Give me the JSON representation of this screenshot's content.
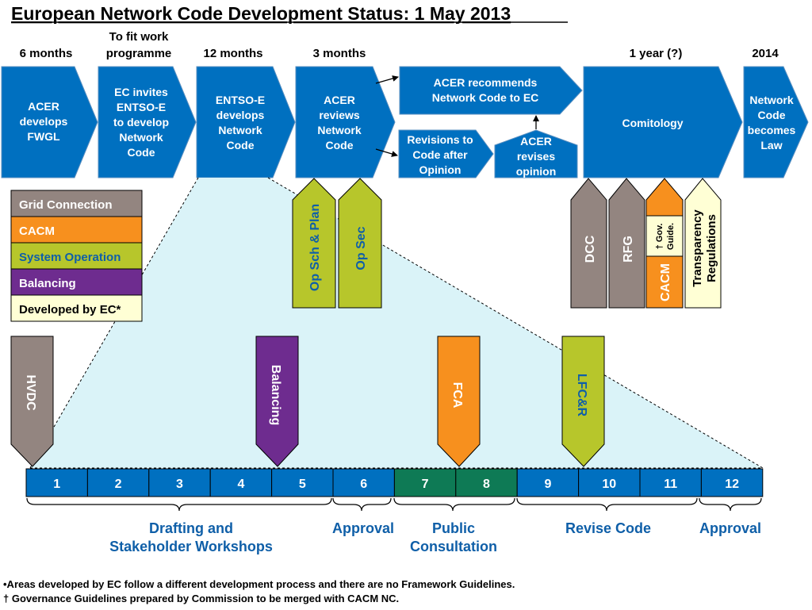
{
  "title": "European Network Code Development Status: 1 May 2013",
  "colors": {
    "blue": "#0070C0",
    "grid_connection": "#938580",
    "cacm": "#F7901E",
    "system_operation": "#B7C62B",
    "balancing": "#6E2C8F",
    "developed_by_ec": "#FFFFD5",
    "consultation_green": "#0E7A55",
    "triangle_fill": "#DAF3F8",
    "system_operation_text": "#0F5FA8"
  },
  "durations": {
    "d1": "6 months",
    "d2_line1": "To fit work",
    "d2_line2": "programme",
    "d3": "12 months",
    "d4": "3 months",
    "d5": "1 year (?)",
    "d6": "2014"
  },
  "process": {
    "step1": [
      "ACER",
      "develops",
      "FWGL"
    ],
    "step2": [
      "EC invites",
      "ENTSO-E",
      "to develop",
      "Network",
      "Code"
    ],
    "step3": [
      "ENTSO-E",
      "develops",
      "Network",
      "Code"
    ],
    "step4": [
      "ACER",
      "reviews",
      "Network",
      "Code"
    ],
    "recommend": [
      "ACER recommends",
      "Network Code to EC"
    ],
    "revisions": [
      "Revisions to",
      "Code after",
      "Opinion"
    ],
    "acer_revises": [
      "ACER",
      "revises",
      "opinion"
    ],
    "comitology": "Comitology",
    "final": [
      "Network",
      "Code",
      "becomes",
      "Law"
    ]
  },
  "legend": [
    {
      "label": "Grid Connection",
      "key": "grid_connection"
    },
    {
      "label": "CACM",
      "key": "cacm"
    },
    {
      "label": "System Operation",
      "key": "system_operation"
    },
    {
      "label": "Balancing",
      "key": "balancing"
    },
    {
      "label": "Developed by EC*",
      "key": "developed_by_ec"
    }
  ],
  "review_codes": [
    "Op Sch & Plan",
    "Op Sec"
  ],
  "comitology_codes": {
    "dcc": "DCC",
    "rfg": "RFG",
    "gov_line1": "† Gov.",
    "gov_line2": "Guide.",
    "cacm": "CACM",
    "transparency_line1": "Transparency",
    "transparency_line2": "Regulations"
  },
  "timeline_markers": [
    "HVDC",
    "Balancing",
    "FCA",
    "LFC&R"
  ],
  "months": [
    "1",
    "2",
    "3",
    "4",
    "5",
    "6",
    "7",
    "8",
    "9",
    "10",
    "11",
    "12"
  ],
  "phases": {
    "drafting_line1": "Drafting and",
    "drafting_line2": "Stakeholder Workshops",
    "approval1": "Approval",
    "public_line1": "Public",
    "public_line2": "Consultation",
    "revise": "Revise Code",
    "approval2": "Approval"
  },
  "footnotes": [
    "•Areas developed by EC follow a different development process and there are no Framework Guidelines.",
    "† Governance Guidelines prepared by Commission to be merged with CACM NC."
  ]
}
